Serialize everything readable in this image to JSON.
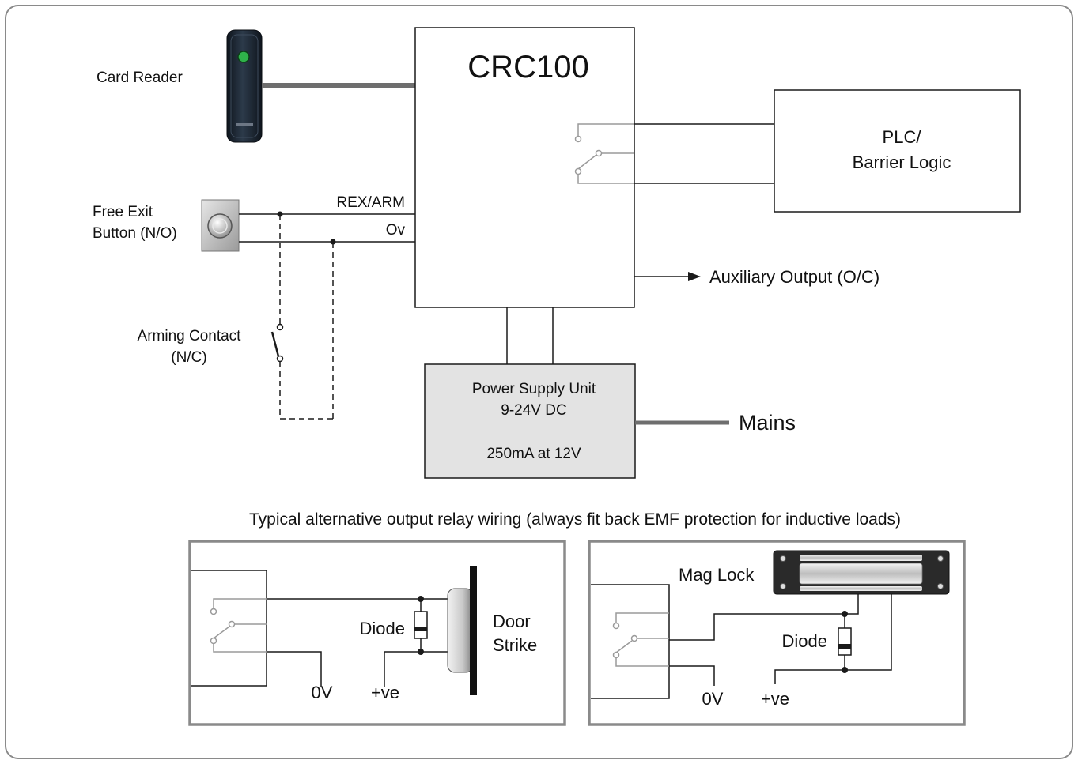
{
  "main": {
    "controller_title": "CRC100",
    "card_reader_label": "Card Reader",
    "free_exit_line1": "Free Exit",
    "free_exit_line2": "Button (N/O)",
    "rex_arm_label": "REX/ARM",
    "ov_label": "Ov",
    "arming_line1": "Arming Contact",
    "arming_line2": "(N/C)",
    "plc_line1": "PLC/",
    "plc_line2": "Barrier Logic",
    "aux_output_label": "Auxiliary Output (O/C)",
    "psu_line1": "Power Supply Unit",
    "psu_line2": "9-24V DC",
    "psu_line3": "250mA at 12V",
    "mains_label": "Mains"
  },
  "alternatives": {
    "heading": "Typical alternative output relay wiring  (always fit back EMF protection for inductive loads)",
    "door_strike_panel": {
      "diode_label": "Diode",
      "strike_line1": "Door",
      "strike_line2": "Strike",
      "zero_v_label": "0V",
      "plus_ve_label": "+ve"
    },
    "mag_lock_panel": {
      "mag_lock_label": "Mag Lock",
      "diode_label": "Diode",
      "zero_v_label": "0V",
      "plus_ve_label": "+ve"
    }
  },
  "colors": {
    "frame_border": "#8a8a8a",
    "wire": "#1a1a1a",
    "relay_grey": "#9a9a9a",
    "psu_fill": "#e3e3e3",
    "reader_body": "#1d2733",
    "reader_led": "#2fb24a",
    "cable_grey": "#6e6e6e"
  },
  "icons": {
    "card_reader": "card-reader-icon",
    "exit_button": "push-button-icon",
    "door_strike": "door-strike-icon",
    "mag_lock": "mag-lock-icon"
  }
}
